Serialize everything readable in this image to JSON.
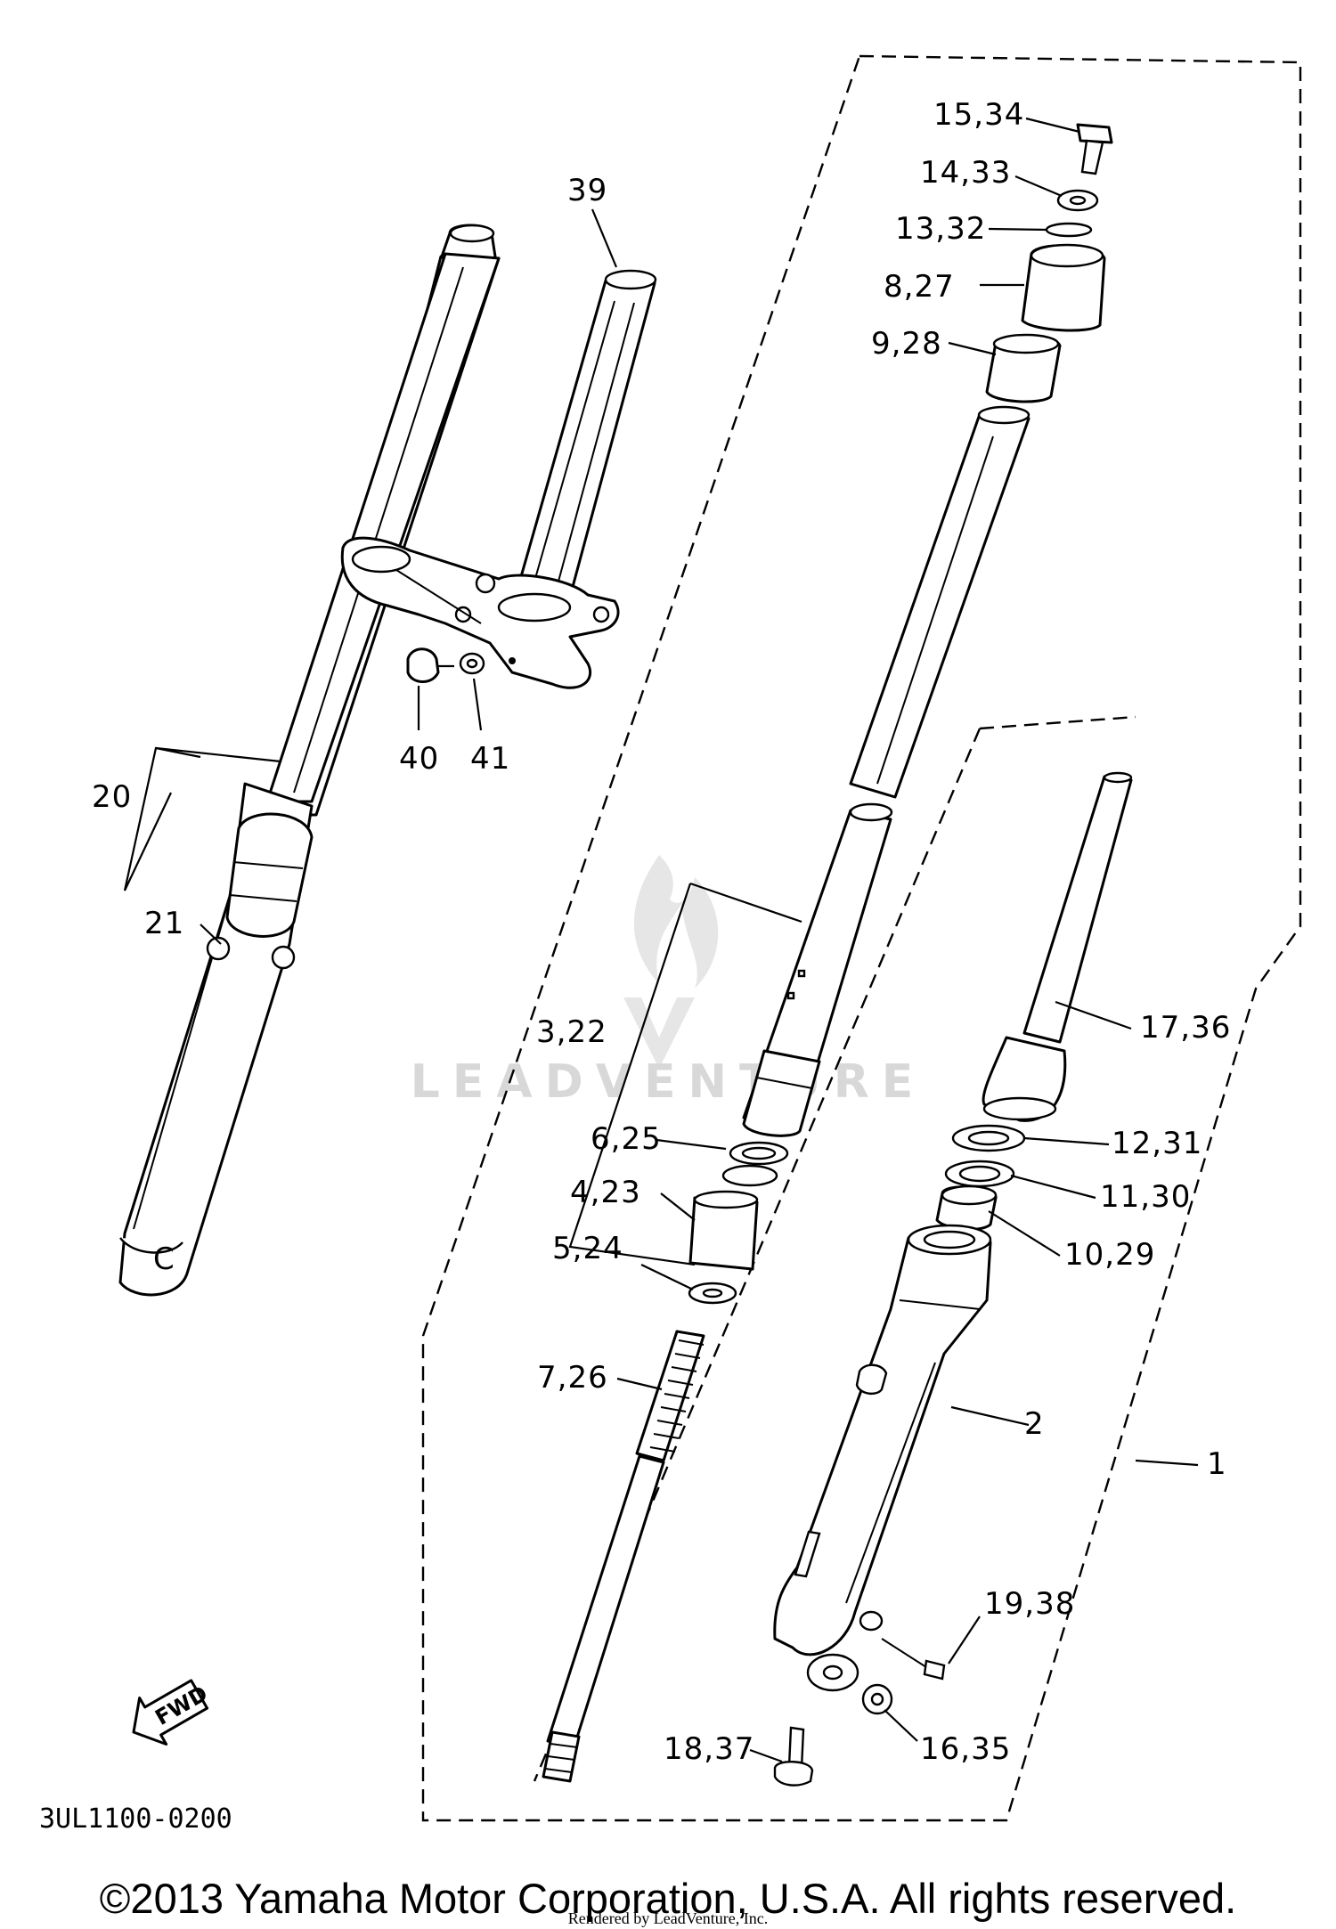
{
  "diagram_code": "3UL1100-0200",
  "watermark": "LEADVENTURE",
  "fwd_label": "FWD",
  "copyright": "©2013 Yamaha Motor Corporation, U.S.A. All rights reserved.",
  "rendered_by": "Rendered by LeadVenture, Inc.",
  "callouts": {
    "c1": "1",
    "c2": "2",
    "c3_22": "3,22",
    "c4_23": "4,23",
    "c5_24": "5,24",
    "c6_25": "6,25",
    "c7_26": "7,26",
    "c8_27": "8,27",
    "c9_28": "9,28",
    "c10_29": "10,29",
    "c11_30": "11,30",
    "c12_31": "12,31",
    "c13_32": "13,32",
    "c14_33": "14,33",
    "c15_34": "15,34",
    "c16_35": "16,35",
    "c17_36": "17,36",
    "c18_37": "18,37",
    "c19_38": "19,38",
    "c20": "20",
    "c21": "21",
    "c39": "39",
    "c40": "40",
    "c41": "41"
  }
}
